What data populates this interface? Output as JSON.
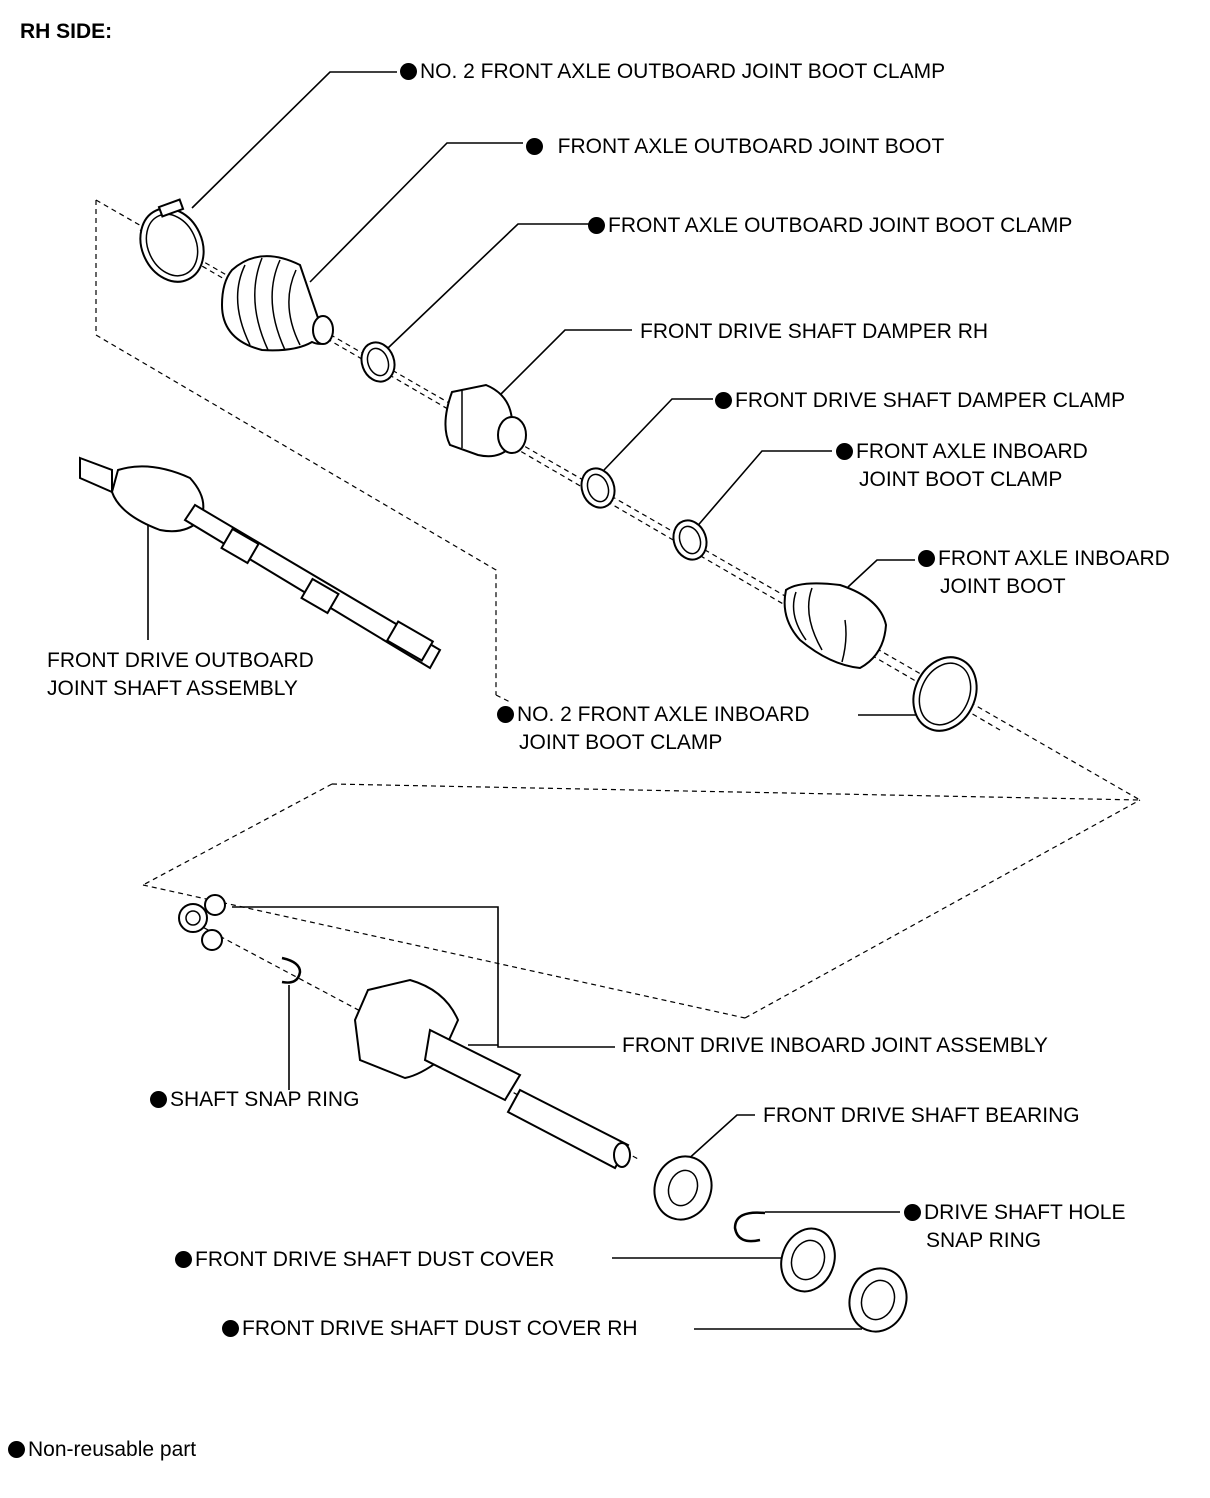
{
  "header": {
    "title": "RH SIDE:"
  },
  "labels": {
    "no2_outboard_clamp": {
      "line1": "NO. 2 FRONT AXLE OUTBOARD JOINT BOOT CLAMP",
      "non_reusable": true
    },
    "outboard_boot": {
      "line1": "FRONT AXLE OUTBOARD JOINT BOOT",
      "non_reusable": true
    },
    "outboard_boot_clamp": {
      "line1": "FRONT AXLE OUTBOARD JOINT BOOT CLAMP",
      "non_reusable": true
    },
    "damper_rh": {
      "line1": "FRONT DRIVE SHAFT DAMPER RH",
      "non_reusable": false
    },
    "damper_clamp": {
      "line1": "FRONT DRIVE SHAFT DAMPER CLAMP",
      "non_reusable": true
    },
    "inboard_boot_clamp": {
      "line1": "FRONT AXLE INBOARD",
      "line2": "JOINT BOOT CLAMP",
      "non_reusable": true
    },
    "inboard_boot": {
      "line1": "FRONT AXLE INBOARD",
      "line2": "JOINT BOOT",
      "non_reusable": true
    },
    "outboard_shaft_assy": {
      "line1": "FRONT DRIVE OUTBOARD",
      "line2": "JOINT SHAFT ASSEMBLY",
      "non_reusable": false
    },
    "no2_inboard_clamp": {
      "line1": "NO. 2 FRONT AXLE INBOARD",
      "line2": "JOINT BOOT CLAMP",
      "non_reusable": true
    },
    "inboard_joint_assy": {
      "line1": "FRONT DRIVE INBOARD JOINT ASSEMBLY",
      "non_reusable": false
    },
    "shaft_snap_ring": {
      "line1": "SHAFT SNAP RING",
      "non_reusable": true
    },
    "shaft_bearing": {
      "line1": "FRONT DRIVE SHAFT BEARING",
      "non_reusable": false
    },
    "hole_snap_ring": {
      "line1": "DRIVE SHAFT HOLE",
      "line2": "SNAP RING",
      "non_reusable": true
    },
    "dust_cover": {
      "line1": "FRONT DRIVE SHAFT DUST COVER",
      "non_reusable": true
    },
    "dust_cover_rh": {
      "line1": "FRONT DRIVE SHAFT DUST COVER RH",
      "non_reusable": true
    }
  },
  "legend": {
    "text": "Non-reusable part"
  }
}
